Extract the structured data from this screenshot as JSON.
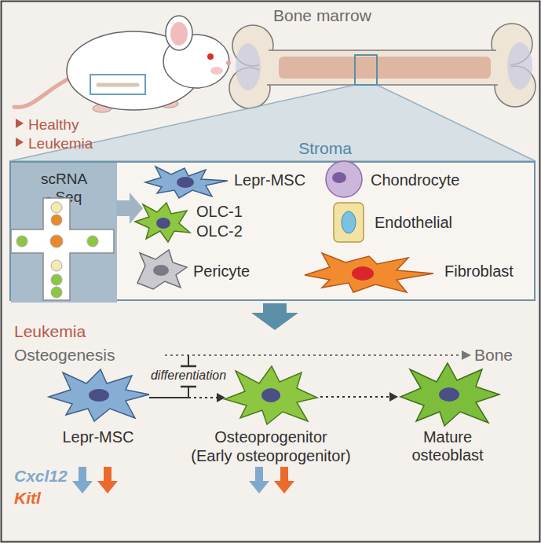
{
  "diagram": {
    "nodes": [
      {
        "text": [
          "Stroma"
        ]
      },
      {
        "text": [
          "scRNA - Seq"
        ],
        "in": 0
      }
    ],
    "labels": [
      "Bone marrow",
      "Healthy",
      "Leukemia",
      "Lepr-MSC",
      "Chondrocyte",
      "OLC-1",
      "OLC-2",
      "Endothelial",
      "Pericyte",
      "Fibroblast",
      "Leukemia",
      "Osteogenesis",
      "Bone",
      "differentiation",
      "Lepr-MSC",
      "Osteoprogenitor",
      "(Early osteoprogenitor)",
      "Mature osteoblast",
      "Cxcl12",
      "Kitl"
    ]
  }
}
